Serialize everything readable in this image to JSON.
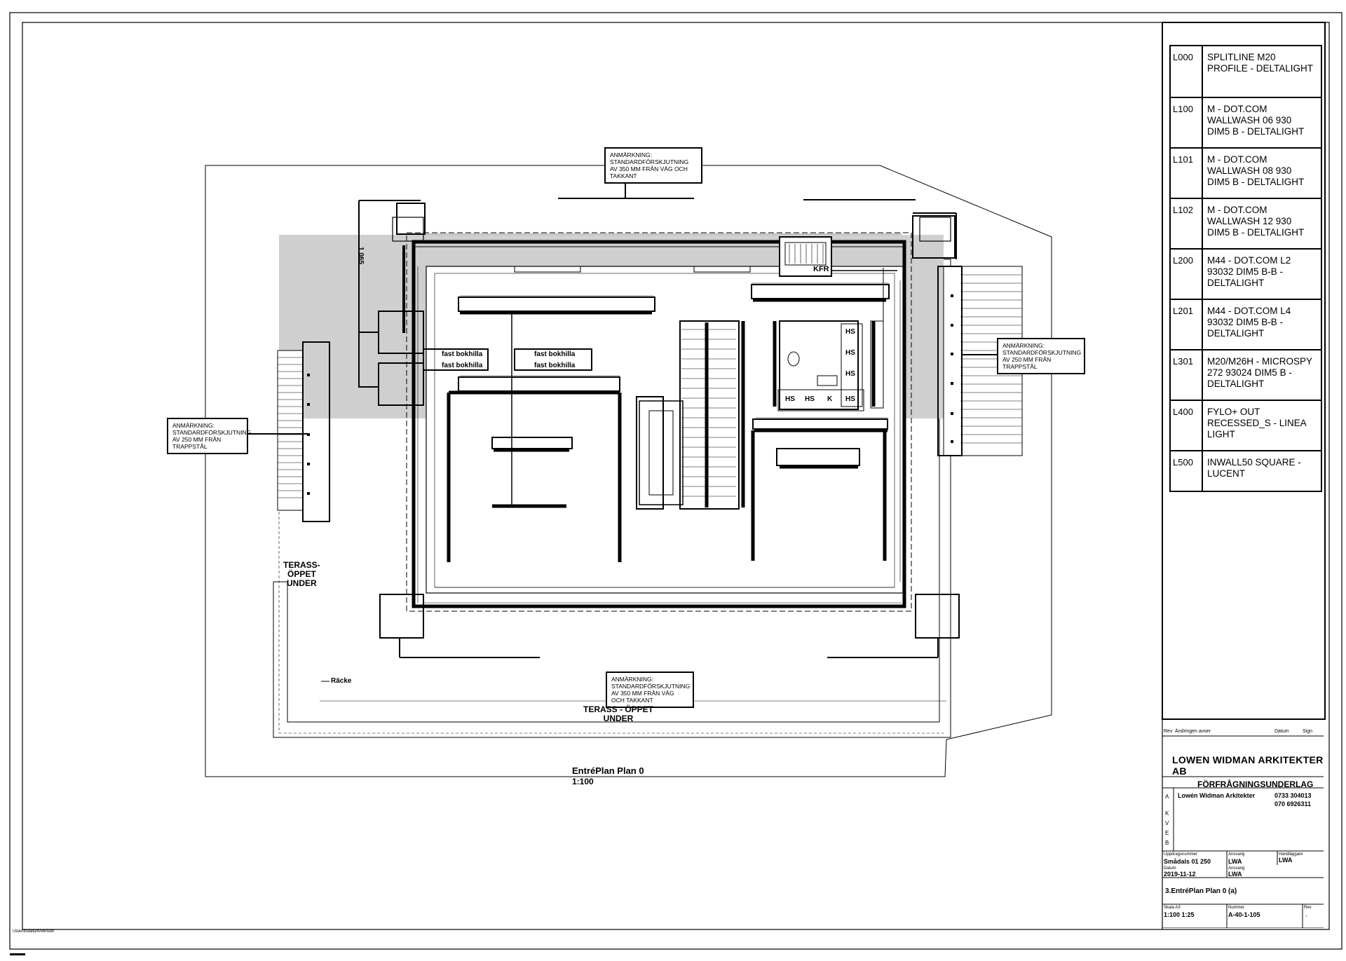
{
  "legend": [
    {
      "code": "L000",
      "desc": "SPLITLINE M20 PROFILE - DELTALIGHT"
    },
    {
      "code": "L100",
      "desc": "M - DOT.COM WALLWASH 06 930 DIM5 B - DELTALIGHT"
    },
    {
      "code": "L101",
      "desc": "M - DOT.COM WALLWASH 08 930 DIM5 B - DELTALIGHT"
    },
    {
      "code": "L102",
      "desc": "M - DOT.COM WALLWASH 12 930 DIM5 B - DELTALIGHT"
    },
    {
      "code": "L200",
      "desc": "M44 - DOT.COM L2 93032 DIM5 B-B - DELTALIGHT"
    },
    {
      "code": "L201",
      "desc": "M44 - DOT.COM L4 93032 DIM5 B-B - DELTALIGHT"
    },
    {
      "code": "L301",
      "desc": "M20/M26H - MICROSPY 272 93024 DIM5 B - DELTALIGHT"
    },
    {
      "code": "L400",
      "desc": "FYLO+ OUT RECESSED_S - LINEA LIGHT"
    },
    {
      "code": "L500",
      "desc": "INWALL50 SQUARE - LUCENT"
    }
  ],
  "notes": {
    "top": "ANMÄRKNING: STANDARDFÖRSKJUTNING AV 350 MM FRÅN VÄG OCH TAKKANT",
    "bottom": "ANMÄRKNING: STANDARDFÖRSKJUTNING AV 350 MM FRÅN VÄG OCH TAKKANT",
    "left": "ANMÄRKNING: STANDARDFÖRSKJUTNING AV 250 MM FRÅN TRAPPSTÅL",
    "right": "ANMÄRKNING: STANDARDFÖRSKJUTNING AV 250 MM FRÅN TRAPPSTÅL"
  },
  "plan": {
    "kfr": "KFR",
    "terrace_left_1": "TERASS-",
    "terrace_left_2": "ÖPPET",
    "terrace_left_3": "UNDER",
    "terrace_bottom_1": "TERASS - ÖPPET",
    "terrace_bottom_2": "UNDER",
    "railing": "Räcke",
    "shelf_1": "fast bokhilla",
    "shelf_2": "fast bokhilla",
    "shelf_3": "fast bokhilla",
    "shelf_4": "fast bokhilla",
    "title": "EntréPlan Plan 0",
    "scale": "1:100",
    "dim_vertical": "1 065",
    "hs": "HS",
    "k": "K"
  },
  "titleblock": {
    "head_rev": "Rev",
    "head_desc": "Ändringen avser",
    "head_date": "Datum",
    "head_sign": "Sign",
    "firm": "LOWEN WIDMAN ARKITEKTER AB",
    "status": "FÖRFRÅGNINGSUNDERLAG",
    "contact_name": "Lowén Widman Arkitekter",
    "phone_1": "0733 304013",
    "phone_2": "070 6926311",
    "rows": [
      "A",
      "K",
      "V",
      "E",
      "B"
    ],
    "project_label": "Uppdragsnummer",
    "project_value": "Smådals 01 250",
    "drawn_label": "Ansvarig",
    "drawn_value": "LWA",
    "checked_label": "Handläggare",
    "checked_value": "LWA",
    "date_label": "Datum",
    "date_value": "2019-11-12",
    "approved_label": "Ansvarig",
    "approved_value": "LWA",
    "sheet_title": "3.EntréPlan Plan 0 (a)",
    "scale_label": "Skala A3",
    "scale_value": "1:100 1:25",
    "number_label": "Nummer",
    "number_value": "A-40-1-105",
    "rev_label": "Rev",
    "rev_value": "-"
  },
  "footer_stamp": "Utskriftsdatum/version"
}
